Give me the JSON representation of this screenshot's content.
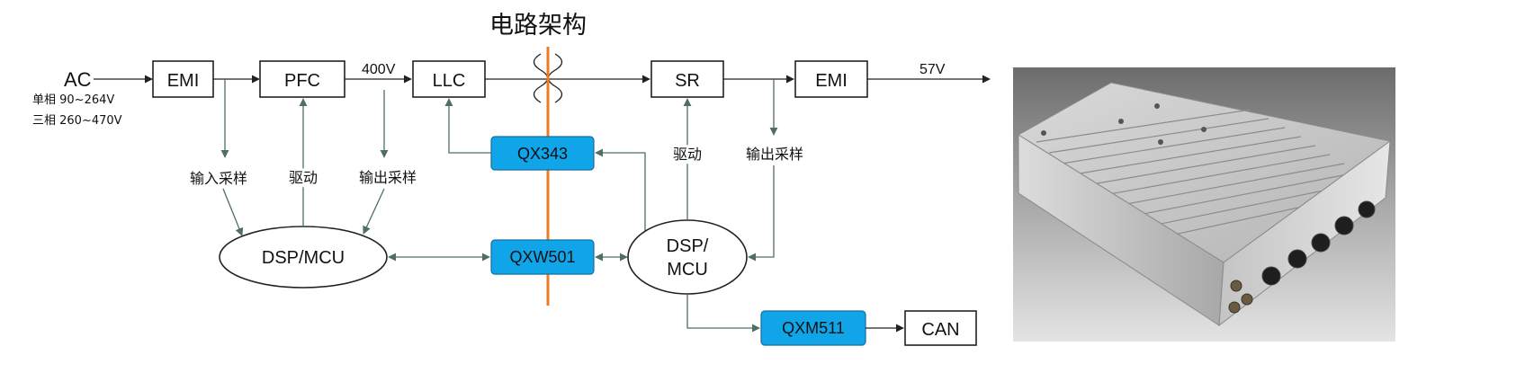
{
  "title": "电路架构",
  "ac_input": {
    "label": "AC",
    "single_phase": "单相 90~264V",
    "three_phase": "三相 260~470V"
  },
  "blocks": {
    "emi_in": "EMI",
    "pfc": "PFC",
    "llc": "LLC",
    "sr": "SR",
    "emi_out": "EMI",
    "can": "CAN",
    "dsp_left": "DSP/MCU",
    "dsp_right_line1": "DSP/",
    "dsp_right_line2": "MCU"
  },
  "chips": {
    "qx343": "QX343",
    "qxw501": "QXW501",
    "qxm511": "QXM511",
    "color": "#10a4e8"
  },
  "labels": {
    "bus_voltage": "400V",
    "output_voltage": "57V",
    "input_sampling": "输入采样",
    "drive_left": "驱动",
    "output_sampling_left": "输出采样",
    "drive_right": "驱动",
    "output_sampling_right": "输出采样"
  },
  "colors": {
    "isolation_barrier": "#f07a22",
    "signal_lines": "#4f6f5f"
  },
  "photo": {
    "description_icon": "power-module-photo"
  }
}
